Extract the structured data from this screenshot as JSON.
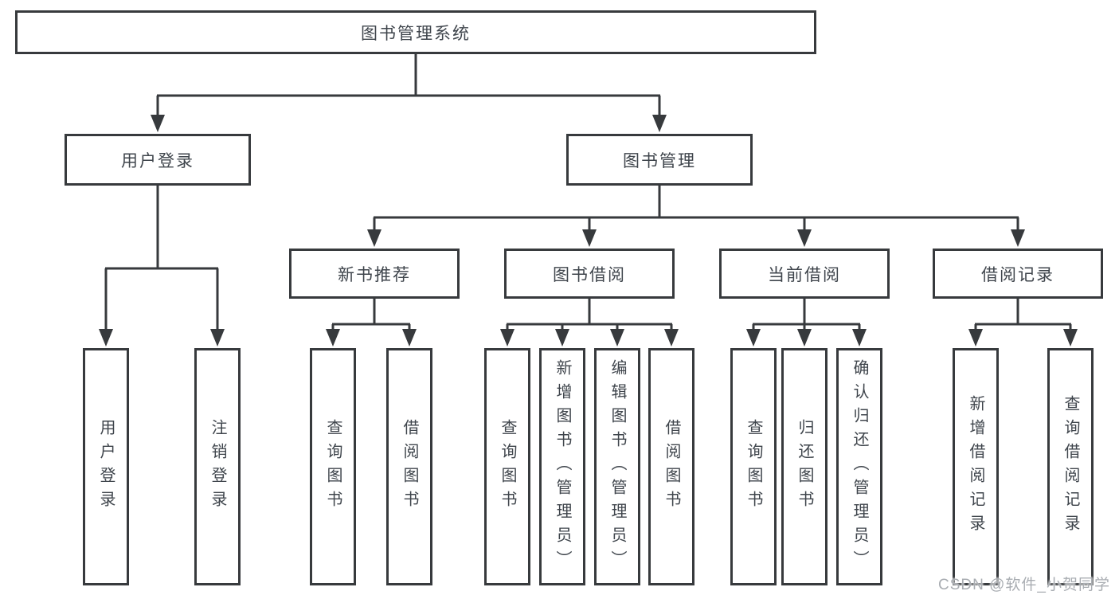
{
  "root": {
    "label": "图书管理系统"
  },
  "branches": {
    "user_login": {
      "label": "用户登录",
      "children": [
        {
          "label": "用户登录"
        },
        {
          "label": "注销登录"
        }
      ]
    },
    "book_mgmt": {
      "label": "图书管理",
      "children": [
        {
          "label": "新书推荐",
          "children": [
            {
              "label": "查询图书"
            },
            {
              "label": "借阅图书"
            }
          ]
        },
        {
          "label": "图书借阅",
          "children": [
            {
              "label": "查询图书"
            },
            {
              "label": "新增图书（管理员）"
            },
            {
              "label": "编辑图书（管理员）"
            },
            {
              "label": "借阅图书"
            }
          ]
        },
        {
          "label": "当前借阅",
          "children": [
            {
              "label": "查询图书"
            },
            {
              "label": "归还图书"
            },
            {
              "label": "确认归还（管理员）"
            }
          ]
        },
        {
          "label": "借阅记录",
          "children": [
            {
              "label": "新增借阅记录"
            },
            {
              "label": "查询借阅记录"
            }
          ]
        }
      ]
    }
  },
  "watermark": "CSDN @软件_小贺同学",
  "colors": {
    "line": "#373a3d",
    "text": "#3f454c",
    "background": "#ffffff",
    "watermark": "#a9adb2"
  }
}
